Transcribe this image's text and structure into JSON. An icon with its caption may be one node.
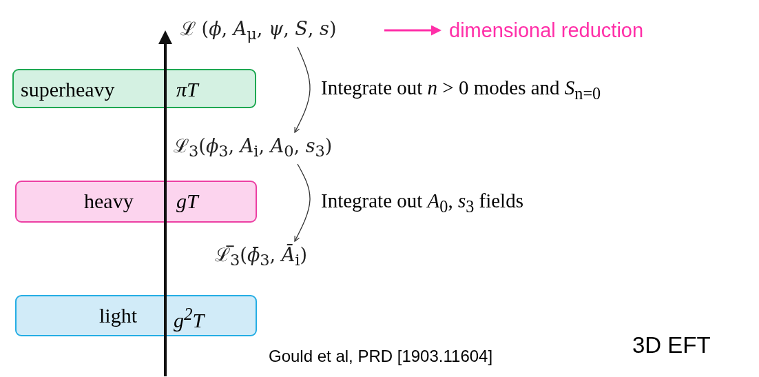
{
  "diagram": {
    "nodes": [
      {
        "text": [
          "ℒ (*ϕ*, *A*$_{μ}$, *ψ*, *S*, *s*)"
        ]
      },
      {
        "text": [
          "dimensional reduction"
        ]
      },
      {
        "text": [
          "superheavy",
          "πT"
        ]
      },
      {
        "text": [
          "ℒ$_{3}$(*ϕ*$_{3}$, *A*$_{i}$, *A*$_{0}$, *s*$_{3}$)"
        ]
      },
      {
        "text": [
          "heavy",
          "gT"
        ]
      },
      {
        "text": [
          "ℒ̅$_{3}$(*ϕ̄*$_{3}$, *Ā*$_{i}$)"
        ]
      },
      {
        "text": [
          "light",
          "g$^{2}$T"
        ]
      }
    ],
    "edges": [
      {
        "from": 0,
        "to": 1,
        "arrow": "to",
        "style": "thick",
        "color": "#ff2fa8"
      },
      {
        "from": 0,
        "to": 3,
        "arrow": "to",
        "label": "Integrate out *n* > 0 modes and *S*$_{n=0}$"
      },
      {
        "from": 3,
        "to": 5,
        "arrow": "to",
        "label": "Integrate out *A*$_{0}$, *s*$_{3}$ fields"
      }
    ],
    "labels": [
      "3D EFT",
      "Gould et al, PRD [1903.11604]"
    ]
  }
}
